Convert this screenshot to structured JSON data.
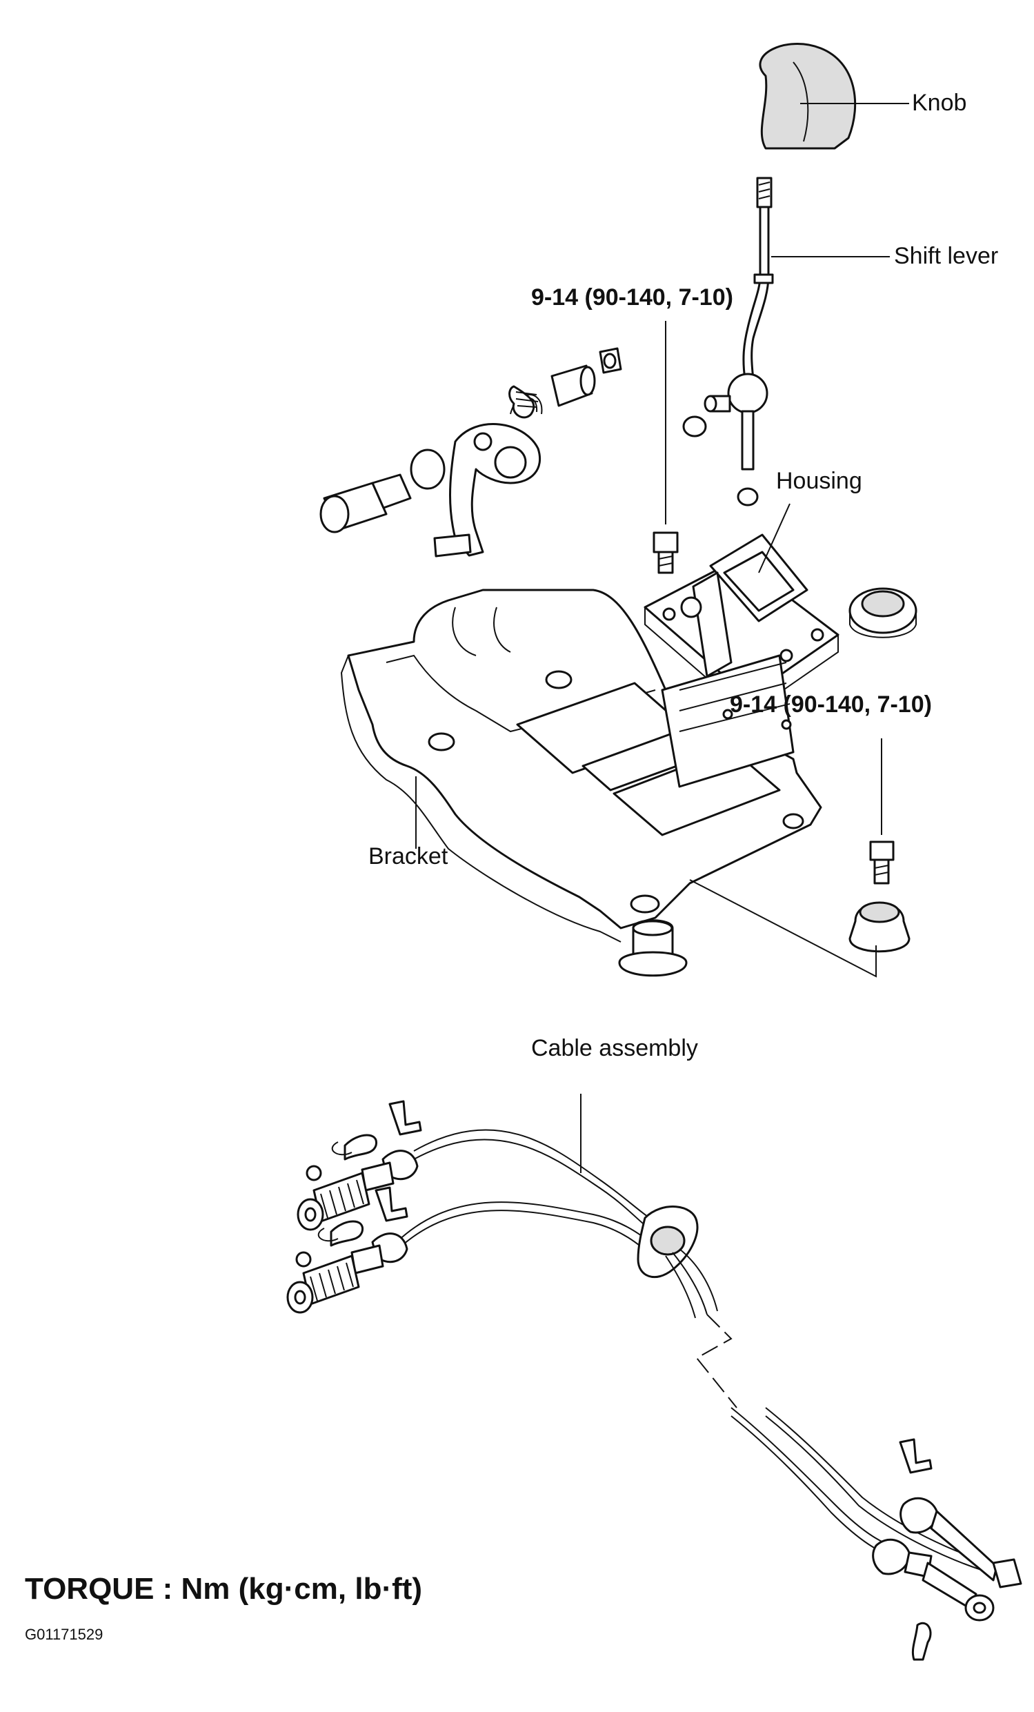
{
  "labels": {
    "knob": "Knob",
    "shift_lever": "Shift lever",
    "torque_upper": "9-14 (90-140, 7-10)",
    "housing": "Housing",
    "torque_lower": "9-14 (90-140, 7-10)",
    "bracket": "Bracket",
    "cable_assembly": "Cable assembly"
  },
  "legend": {
    "torque_title": "TORQUE : Nm (kg·cm, lb·ft)",
    "figure_code": "G01171529"
  },
  "icons": {
    "knob": "knob-icon",
    "shift_lever": "shift-lever-icon",
    "housing": "housing-icon",
    "bracket": "bracket-icon",
    "cable": "cable-icon"
  }
}
